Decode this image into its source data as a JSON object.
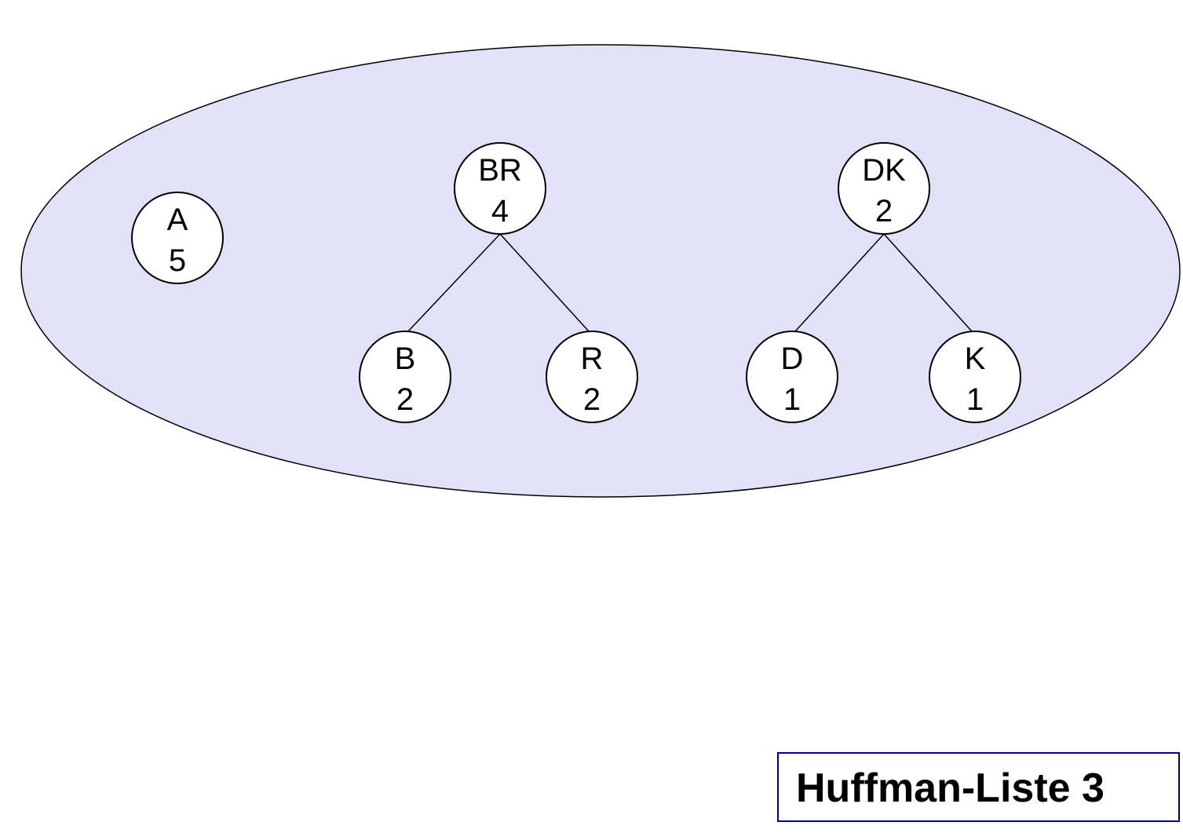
{
  "diagram": {
    "title": "Huffman-Liste 3",
    "colors": {
      "list_fill": "#e3e1f8",
      "node_fill": "#ffffff",
      "stroke": "#000000",
      "title_border": "#00008b"
    },
    "nodes": [
      {
        "id": "A",
        "label": "A",
        "weight": "5"
      },
      {
        "id": "BR",
        "label": "BR",
        "weight": "4"
      },
      {
        "id": "DK",
        "label": "DK",
        "weight": "2"
      },
      {
        "id": "B",
        "label": "B",
        "weight": "2"
      },
      {
        "id": "R",
        "label": "R",
        "weight": "2"
      },
      {
        "id": "D",
        "label": "D",
        "weight": "1"
      },
      {
        "id": "K",
        "label": "K",
        "weight": "1"
      }
    ],
    "edges": [
      {
        "from": "BR",
        "to": "B"
      },
      {
        "from": "BR",
        "to": "R"
      },
      {
        "from": "DK",
        "to": "D"
      },
      {
        "from": "DK",
        "to": "K"
      }
    ]
  }
}
